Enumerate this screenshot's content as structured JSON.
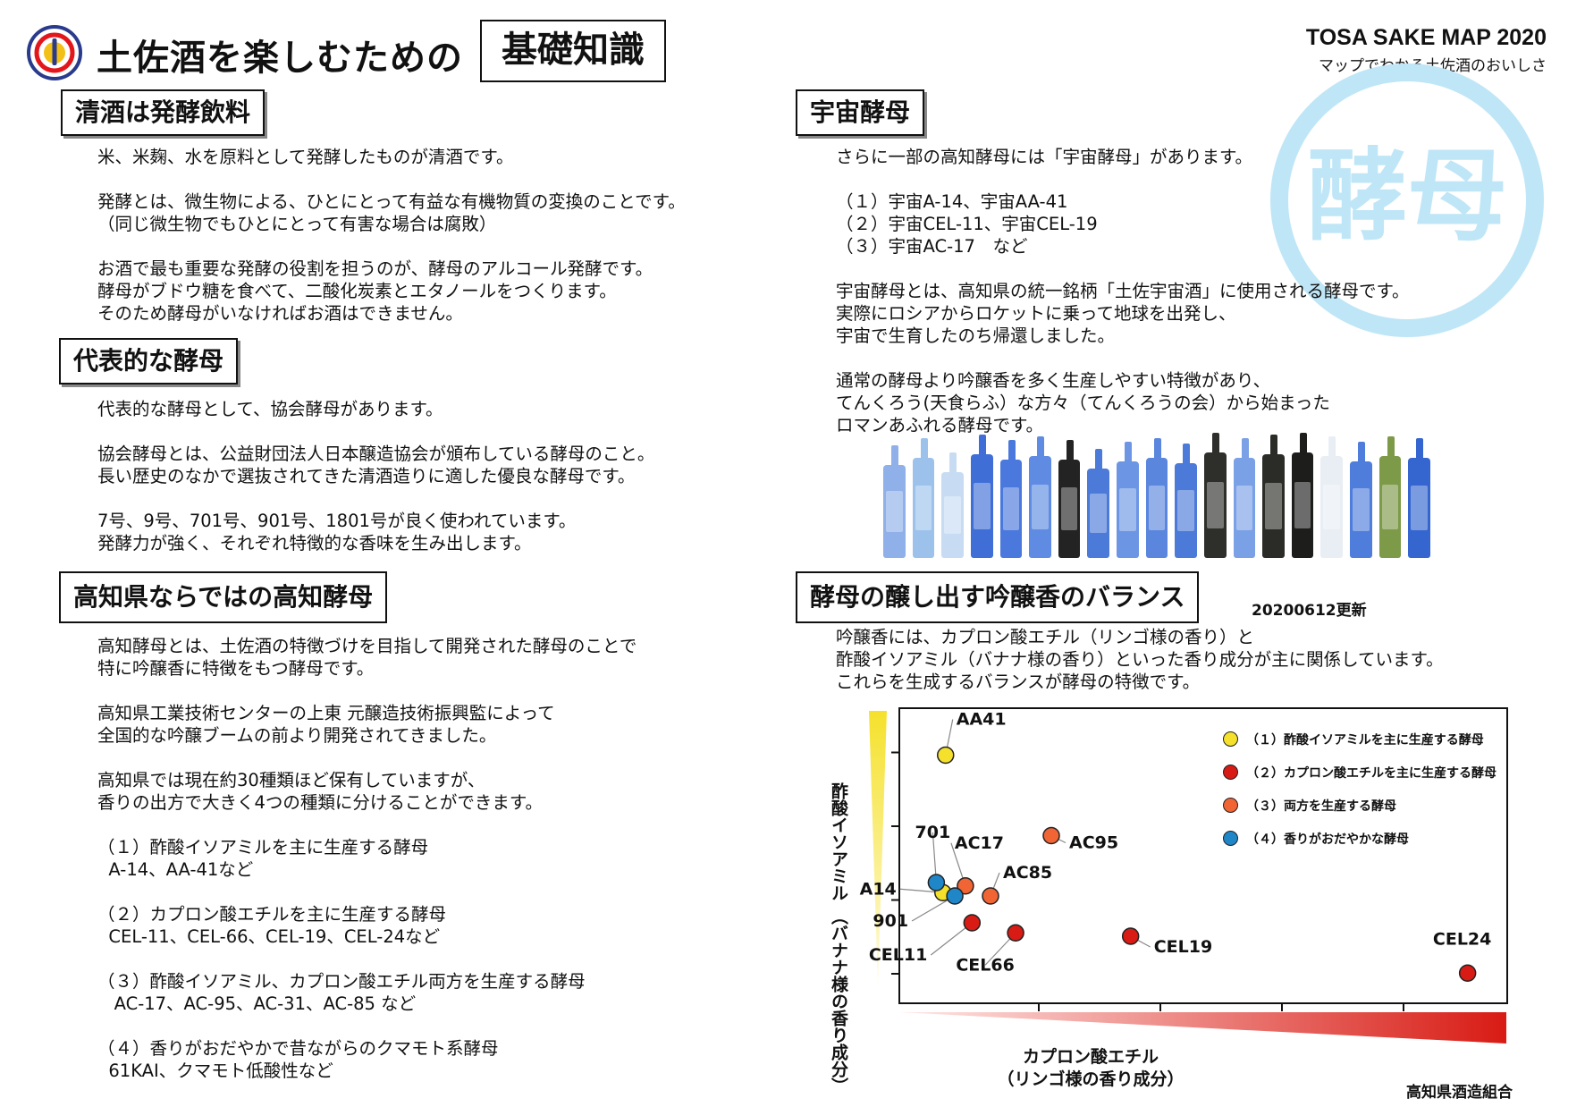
{
  "header": {
    "title": "土佐酒を楽しむための",
    "title_box": "基礎知識",
    "brand_title": "TOSA SAKE MAP 2020",
    "brand_subtitle": "マップでわかる土佐酒のおいしさ",
    "stamp_text": "酵母"
  },
  "colors": {
    "stamp": "#bfe6f7",
    "yellow": "#f5e12c",
    "red": "#d81b14",
    "orange": "#f16434",
    "blue": "#1f86c8"
  },
  "sections": {
    "seishu": {
      "heading": "清酒は発酵飲料",
      "body": "米、米麹、水を原料として発酵したものが清酒です。\n\n発酵とは、微生物による、ひとにとって有益な有機物質の変換のことです。\n（同じ微生物でもひとにとって有害な場合は腐敗）\n\nお酒で最も重要な発酵の役割を担うのが、酵母のアルコール発酵です。\n酵母がブドウ糖を食べて、二酸化炭素とエタノールをつくります。\nそのため酵母がいなければお酒はできません。"
    },
    "daihyo": {
      "heading": "代表的な酵母",
      "body": "代表的な酵母として、協会酵母があります。\n\n協会酵母とは、公益財団法人日本醸造協会が頒布している酵母のこと。\n長い歴史のなかで選抜されてきた清酒造りに適した優良な酵母です。\n\n7号、9号、701号、901号、1801号が良く使われています。\n発酵力が強く、それぞれ特徴的な香味を生み出します。"
    },
    "kochi": {
      "heading": "高知県ならではの高知酵母",
      "body": "高知酵母とは、土佐酒の特徴づけを目指して開発された酵母のことで\n特に吟醸香に特徴をもつ酵母です。\n\n高知県工業技術センターの上東 元醸造技術振興監によって\n全国的な吟醸ブームの前より開発されてきました。\n\n高知県では現在約30種類ほど保有していますが、\n香りの出方で大きく4つの種類に分けることができます。\n\n（１）酢酸イソアミルを主に生産する酵母\n  A-14、AA-41など\n\n（２）カプロン酸エチルを主に生産する酵母\n  CEL-11、CEL-66、CEL-19、CEL-24など\n\n（３）酢酸イソアミル、カプロン酸エチル両方を生産する酵母\n   AC-17、AC-95、AC-31、AC-85 など\n\n（４）香りがおだやかで昔ながらのクマモト系酵母\n  61KAI、クマモト低酸性など"
    },
    "uchu": {
      "heading": "宇宙酵母",
      "body": "さらに一部の高知酵母には「宇宙酵母」があります。\n\n（１）宇宙A-14、宇宙AA-41\n（２）宇宙CEL-11、宇宙CEL-19\n（３）宇宙AC-17　など\n\n宇宙酵母とは、高知県の統一銘柄「土佐宇宙酒」に使用される酵母です。\n実際にロシアからロケットに乗って地球を出発し、\n宇宙で生育したのち帰還しました。\n\n通常の酵母より吟醸香を多く生産しやすい特徴があり、\nてんくろう(天食らふ）な方々（てんくろうの会）から始まった\nロマンあふれる酵母です。"
    },
    "balance": {
      "heading": "酵母の醸し出す吟醸香のバランス",
      "updated": "20200612更新",
      "body": "吟醸香には、カプロン酸エチル（リンゴ様の香り）と\n酢酸イソアミル（バナナ様の香り）といった香り成分が主に関係しています。\nこれらを生成するバランスが酵母の特徴です。"
    }
  },
  "bottles": [
    {
      "color": "#8fb0e8"
    },
    {
      "color": "#9cc2ec"
    },
    {
      "color": "#c7dcf3"
    },
    {
      "color": "#3f6fd6"
    },
    {
      "color": "#4a78dc"
    },
    {
      "color": "#5f8ce2"
    },
    {
      "color": "#232324"
    },
    {
      "color": "#4c7ad8"
    },
    {
      "color": "#6c95e4"
    },
    {
      "color": "#5a86de"
    },
    {
      "color": "#4c7ad8"
    },
    {
      "color": "#2e2f2b"
    },
    {
      "color": "#7aa0e6"
    },
    {
      "color": "#2b2c27"
    },
    {
      "color": "#1d1e1c"
    },
    {
      "color": "#e9eef4"
    },
    {
      "color": "#4f7ddb"
    },
    {
      "color": "#7d9a49"
    },
    {
      "color": "#3566d0"
    }
  ],
  "chart_data": {
    "type": "scatter",
    "xlabel": "カプロン酸エチル\n（リンゴ様の香り成分）",
    "ylabel": "酢酸イソアミル\n（バナナ様の香り成分）",
    "series": [
      {
        "name": "（１）酢酸イソアミルを主に生産する酵母",
        "color": "#f5e12c",
        "points": [
          {
            "label": "AA41",
            "x": 0.35,
            "y": 7.4
          },
          {
            "label": "A14",
            "x": 0.33,
            "y": 3.3
          }
        ]
      },
      {
        "name": "（２）カプロン酸エチルを主に生産する酵母",
        "color": "#d81b14",
        "points": [
          {
            "label": "CEL11",
            "x": 0.55,
            "y": 2.4
          },
          {
            "label": "CEL66",
            "x": 0.88,
            "y": 2.1
          },
          {
            "label": "CEL19",
            "x": 1.75,
            "y": 2.0
          },
          {
            "label": "CEL24",
            "x": 4.3,
            "y": 0.9
          }
        ]
      },
      {
        "name": "（３）両方を生産する酵母",
        "color": "#f16434",
        "points": [
          {
            "label": "AC17",
            "x": 0.5,
            "y": 3.5
          },
          {
            "label": "AC95",
            "x": 1.15,
            "y": 5.0
          },
          {
            "label": "AC85",
            "x": 0.69,
            "y": 3.2
          }
        ]
      },
      {
        "name": "（４）香りがおだやかな酵母",
        "color": "#1f86c8",
        "points": [
          {
            "label": "701",
            "x": 0.28,
            "y": 3.6
          },
          {
            "label": "901",
            "x": 0.42,
            "y": 3.2
          }
        ]
      }
    ],
    "xlim": [
      0,
      4.6
    ],
    "ylim": [
      0,
      8.8
    ]
  },
  "footer": {
    "org": "高知県酒造組合"
  }
}
